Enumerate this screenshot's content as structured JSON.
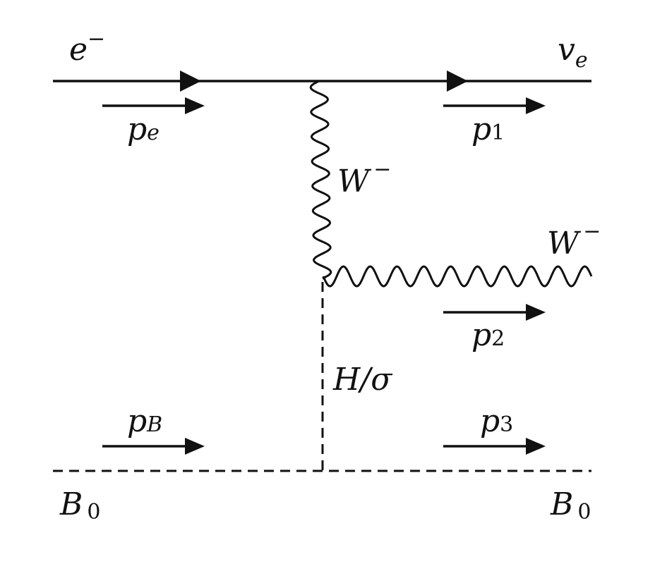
{
  "diagram": {
    "incoming_electron": {
      "symbol": "e",
      "superscript": "−"
    },
    "outgoing_neutrino": {
      "symbol": "v",
      "subscript": "e"
    },
    "momentum_pe": {
      "symbol": "p",
      "subscript": "e"
    },
    "momentum_p1": {
      "symbol": "p",
      "subscript": "1"
    },
    "internal_boson": {
      "symbol": "W",
      "superscript": "−"
    },
    "outgoing_boson": {
      "symbol": "W",
      "superscript": "−"
    },
    "momentum_p2": {
      "symbol": "p",
      "subscript": "2"
    },
    "scalar_propagator": {
      "label": "H/σ"
    },
    "momentum_pB": {
      "symbol": "p",
      "subscript": "B"
    },
    "momentum_p3": {
      "symbol": "p",
      "subscript": "3"
    },
    "incoming_scalar": {
      "symbol": "B",
      "subscript": "0"
    },
    "outgoing_scalar": {
      "symbol": "B",
      "subscript": "0"
    },
    "colors": {
      "line": "#111111",
      "background": "#ffffff"
    }
  }
}
